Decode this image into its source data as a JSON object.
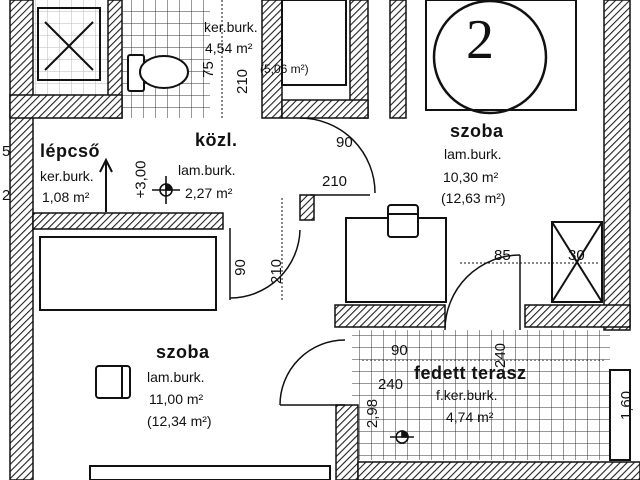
{
  "rooms": {
    "top_left": {
      "finish": "ker.burk.",
      "area": "4,54 m²",
      "area2": "(5,06 m²)"
    },
    "kozl": {
      "name": "közl.",
      "finish": "lam.burk.",
      "area": "2,27 m²",
      "level": "+3,00"
    },
    "lepcso": {
      "name": "lépcső",
      "finish": "ker.burk.",
      "area": "1,08 m²"
    },
    "szoba_top": {
      "number": "2",
      "name": "szoba",
      "finish": "lam.burk.",
      "area": "10,30 m²",
      "area2": "(12,63 m²)"
    },
    "szoba_bottom": {
      "name": "szoba",
      "finish": "lam.burk.",
      "area": "11,00 m²",
      "area2": "(12,34 m²)"
    },
    "terasz": {
      "name": "fedett terasz",
      "finish": "f.ker.burk.",
      "area": "4,74 m²"
    }
  },
  "dims": {
    "d75": "75",
    "d210a": "210",
    "d90a": "90",
    "d210b": "210",
    "d90b": "90",
    "d210c": "210",
    "d85": "85",
    "d30": "30",
    "d90c": "90",
    "d240a": "240",
    "d240b": "240",
    "d298": "2,98",
    "d160": "1,60",
    "d5": "5",
    "d2": "2"
  },
  "colors": {
    "ink": "#111111",
    "hatch": "#222222",
    "paper": "#ffffff"
  }
}
